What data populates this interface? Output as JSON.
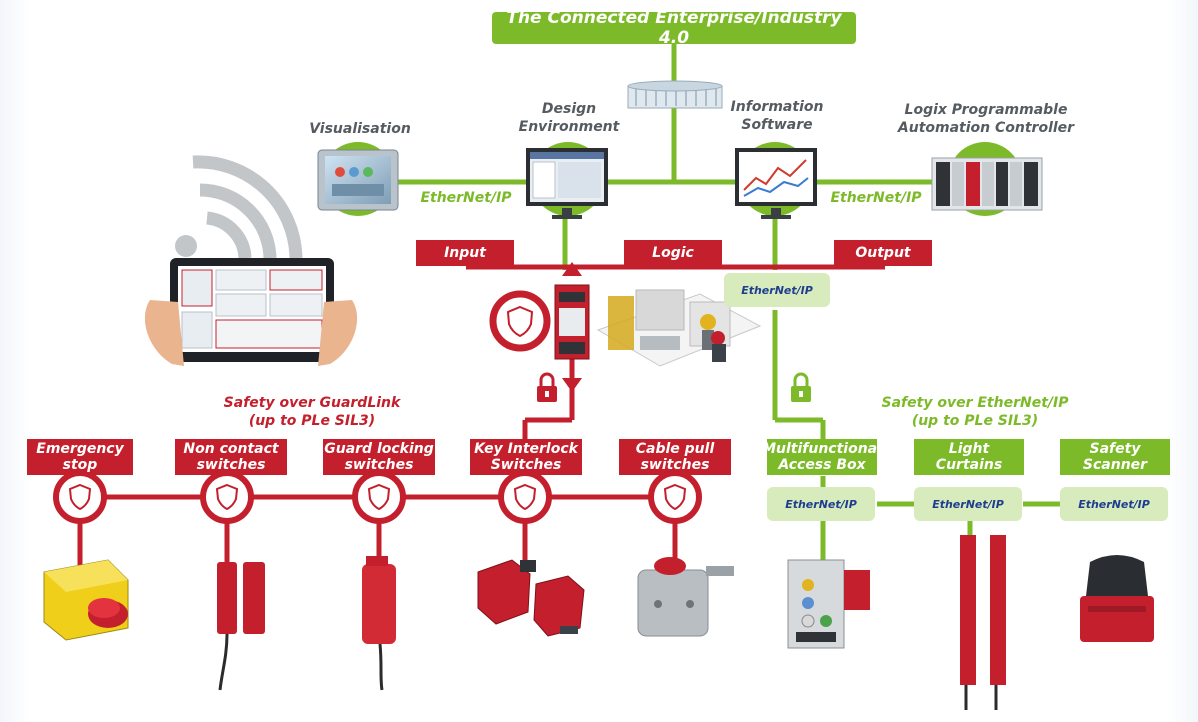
{
  "top_banner": "The Connected Enterprise/Industry 4.0",
  "controllers": {
    "visualisation": "Visualisation",
    "design": "Design Environment",
    "information": "Information Software",
    "logix": "Logix Programmable Automation Controller"
  },
  "network_labels": {
    "ethernet_left": "EtherNet/IP",
    "ethernet_right": "EtherNet/IP",
    "enip_logo": "EtherNet/IP"
  },
  "flow": {
    "input": "Input",
    "logic": "Logic",
    "output": "Output"
  },
  "guardlink": {
    "title_line1": "Safety over GuardLink",
    "title_line2": "(up to PLe SIL3)"
  },
  "ethernet_safety": {
    "title_line1": "Safety over EtherNet/IP",
    "title_line2": "(up to PLe SIL3)"
  },
  "guardlink_devices": [
    {
      "line1": "Emergency",
      "line2": "stop"
    },
    {
      "line1": "Non contact",
      "line2": "switches"
    },
    {
      "line1": "Guard locking",
      "line2": "switches"
    },
    {
      "line1": "Key Interlock",
      "line2": "Switches"
    },
    {
      "line1": "Cable pull",
      "line2": "switches"
    }
  ],
  "ethernet_devices": [
    {
      "line1": "Multifunctional",
      "line2": "Access Box"
    },
    {
      "line1": "Light",
      "line2": "Curtains"
    },
    {
      "line1": "Safety",
      "line2": "Scanner"
    }
  ],
  "colors": {
    "green": "#7dba2a",
    "red": "#c41f2c",
    "enip_box": "#d7ebbd",
    "text_grey": "#555b60"
  }
}
